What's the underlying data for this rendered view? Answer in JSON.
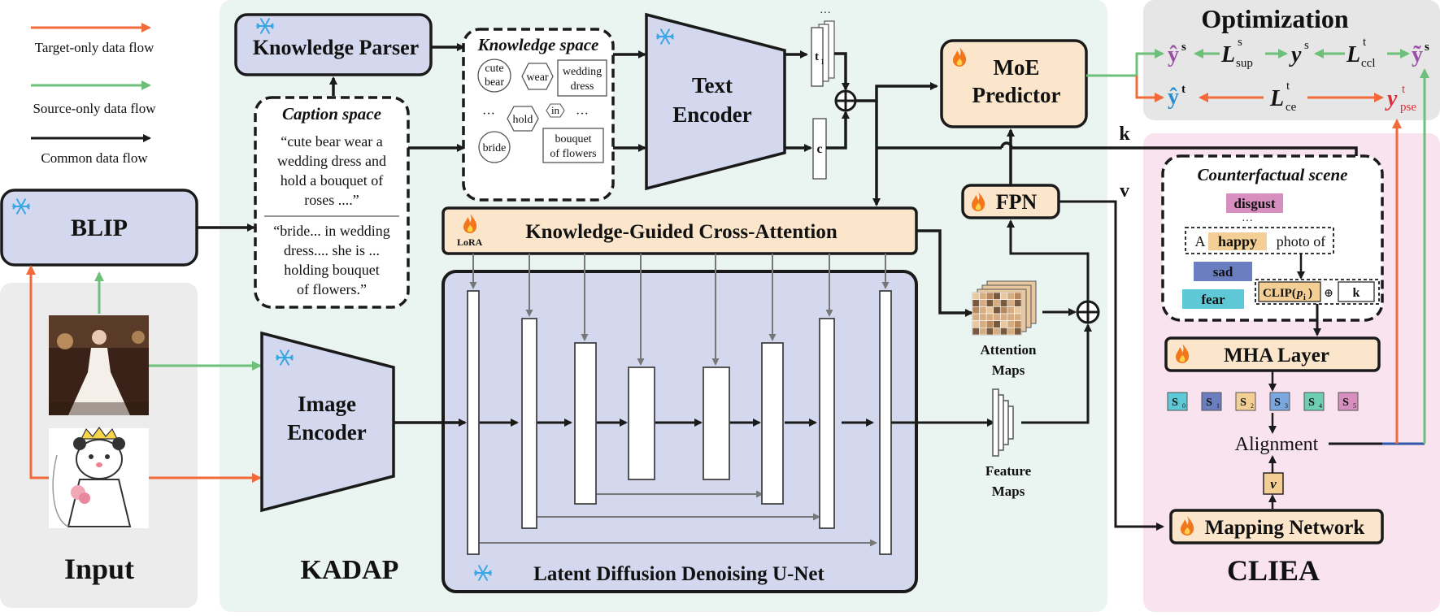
{
  "legend": {
    "target": "Target-only data flow",
    "source": "Source-only data flow",
    "common": "Common data flow"
  },
  "panels": {
    "input": "Input",
    "kadap": "KADAP",
    "cliea": "CLIEA",
    "optimization": "Optimization"
  },
  "blip": "BLIP",
  "knowledge_parser": "Knowledge Parser",
  "caption_space": {
    "title": "Caption space",
    "caption1": [
      "“cute bear wear a",
      "wedding dress and",
      "hold a bouquet of",
      "roses ....”"
    ],
    "caption2": [
      "“bride... in wedding",
      "dress.... she is ...",
      "holding bouquet",
      "of flowers.”"
    ]
  },
  "knowledge_space": {
    "title": "Knowledge space",
    "cute": "cute",
    "bear": "bear",
    "wear": "wear",
    "wedding": "wedding",
    "dress": "dress",
    "dots": "···",
    "hold": "hold",
    "in": "in",
    "bride": "bride",
    "bouquet": "bouquet",
    "of_flowers": "of flowers"
  },
  "text_encoder": [
    "Text",
    "Encoder"
  ],
  "image_encoder": [
    "Image",
    "Encoder"
  ],
  "moe_predictor": [
    "MoE",
    "Predictor"
  ],
  "fpn": "FPN",
  "kgca": "Knowledge-Guided Cross-Attention",
  "lora": "LoRA",
  "unet": "Latent Diffusion Denoising U-Net",
  "attention_maps": [
    "Attention",
    "Maps"
  ],
  "feature_maps": [
    "Feature",
    "Maps"
  ],
  "tokens": {
    "t": "t",
    "t_sub": "1",
    "c": "c",
    "dots": "···"
  },
  "labels": {
    "k": "k",
    "v": "v"
  },
  "cliea": {
    "scene_title": "Counterfactual scene",
    "disgust": "disgust",
    "dots": "···",
    "a": "A",
    "happy": "happy",
    "photo_of": "photo of",
    "sad": "sad",
    "fear": "fear",
    "clip_pre": "CLIP(",
    "clip_p": "p",
    "clip_sub": "i",
    "clip_post": ")",
    "oplus": "⊕",
    "k": "k",
    "mha": "MHA Layer",
    "s": [
      "S",
      "S",
      "S",
      "S",
      "S",
      "S"
    ],
    "s_sub": [
      "0",
      "1",
      "2",
      "3",
      "4",
      "5"
    ],
    "alignment": "Alignment",
    "v": "v",
    "mapping": "Mapping Network"
  },
  "optimization": {
    "ys_hat": "ŷ",
    "ys_hat_sup": "s",
    "l_sup": "L",
    "l_sup_sup": "s",
    "l_sup_sub": "sup",
    "ys": "y",
    "ys_sup": "s",
    "l_ccl": "L",
    "l_ccl_sup": "t",
    "l_ccl_sub": "ccl",
    "ys_tilde": "ỹ",
    "ys_tilde_sup": "s",
    "yt_hat": "ŷ",
    "yt_hat_sup": "t",
    "l_ce": "L",
    "l_ce_sup": "t",
    "l_ce_sub": "ce",
    "y_pse": "y",
    "y_pse_sup": "t",
    "y_pse_sub": "pse"
  },
  "colors": {
    "target": "#f26a3a",
    "source": "#6cc07a",
    "common": "#1a1a1a",
    "encoder_fill": "#d4d8ee",
    "trainable_fill": "#fbe6cc",
    "input_bg": "#ececec",
    "kadap_bg": "#eaf4f1",
    "cliea_bg": "#f9e3ee",
    "opt_bg": "#e6e6e6",
    "disgust": "#d78fbf",
    "happy": "#f3cf96",
    "sad": "#6b7ec0",
    "fear": "#5fc8d6"
  },
  "icons": {
    "frozen": "snowflake-icon",
    "trainable": "flame-icon"
  }
}
